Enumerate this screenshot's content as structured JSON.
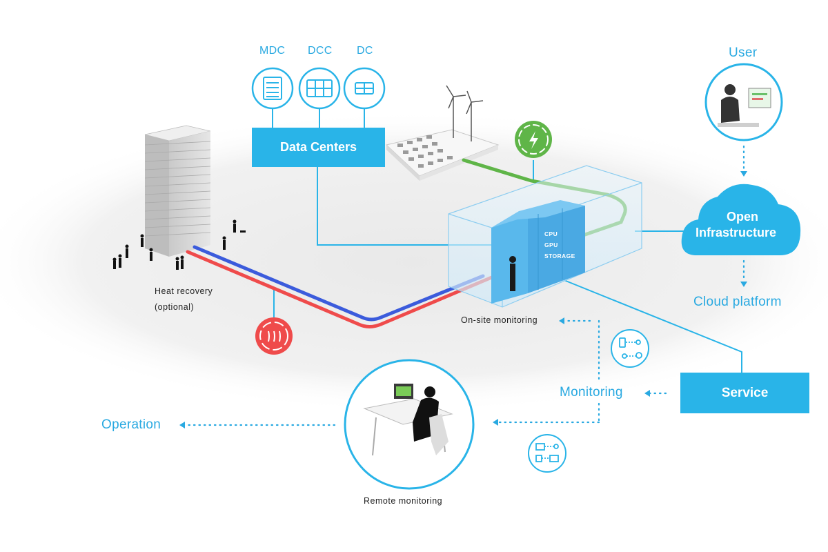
{
  "top_icons": {
    "mdc": "MDC",
    "dcc": "DCC",
    "dc": "DC"
  },
  "data_centers": "Data Centers",
  "user": "User",
  "cloud": {
    "line1": "Open",
    "line2": "Infrastructure"
  },
  "cloud_platform": "Cloud platform",
  "rack": {
    "cpu": "CPU",
    "gpu": "GPU",
    "storage": "STORAGE"
  },
  "heat_recovery": {
    "line1": "Heat recovery",
    "line2": "(optional)"
  },
  "onsite_monitoring": "On-site monitoring",
  "monitoring": "Monitoring",
  "service": "Service",
  "operation": "Operation",
  "remote_monitoring": "Remote monitoring",
  "colors": {
    "accent_blue": "#29b4e8",
    "pipe_red": "#ef4b4b",
    "pipe_blue": "#3b5bdc",
    "power_green": "#5fb548"
  },
  "icons": [
    "document-icon",
    "server-grid-icon",
    "server-icon",
    "lightning-icon",
    "heat-recovery-icon",
    "mobile-network-icon",
    "computer-network-icon"
  ]
}
